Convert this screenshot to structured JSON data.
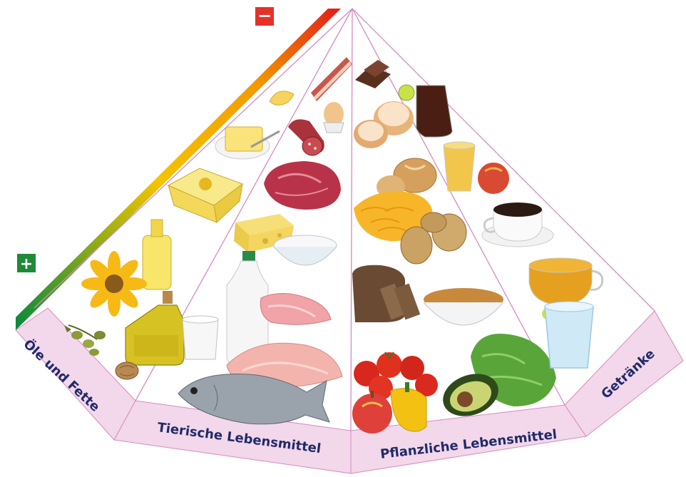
{
  "markers": {
    "minus": "−",
    "plus": "+"
  },
  "colors": {
    "label_band": "#f3d7ea",
    "outline": "#d58bc0",
    "label_text": "#1f2a6b",
    "minus_marker": "#e53228",
    "plus_marker": "#1f8a3a",
    "gradient": [
      "#0a8a3a",
      "#f5c400",
      "#f29a00",
      "#e21b1b"
    ]
  },
  "sections": [
    {
      "label": "Öle und Fette",
      "icons": [
        "sunflower-icon",
        "oil-bottle-icon",
        "olives-icon",
        "walnut-icon",
        "margarine-tub-icon",
        "butter-dish-icon",
        "butter-curl-icon"
      ]
    },
    {
      "label": "Tierische Lebensmittel",
      "icons": [
        "bacon-icon",
        "sausage-icon",
        "egg-icon",
        "beef-icon",
        "cheese-icon",
        "yogurt-bowl-icon",
        "milk-bottle-icon",
        "milk-glass-icon",
        "ham-slices-icon",
        "chicken-breast-icon",
        "fish-icon"
      ]
    },
    {
      "label": "Pflanzliche Lebensmittel",
      "icons": [
        "chocolate-icon",
        "donut-icon",
        "bread-rolls-icon",
        "pasta-icon",
        "potatoes-icon",
        "wholegrain-bread-icon",
        "cereal-bowl-icon",
        "tomatoes-icon",
        "pepper-icon",
        "apple-icon",
        "avocado-icon",
        "lettuce-icon"
      ]
    },
    {
      "label": "Getränke",
      "icons": [
        "cola-glass-icon",
        "juice-glass-icon",
        "coffee-cup-icon",
        "tea-cup-icon",
        "water-glass-icon"
      ]
    }
  ]
}
